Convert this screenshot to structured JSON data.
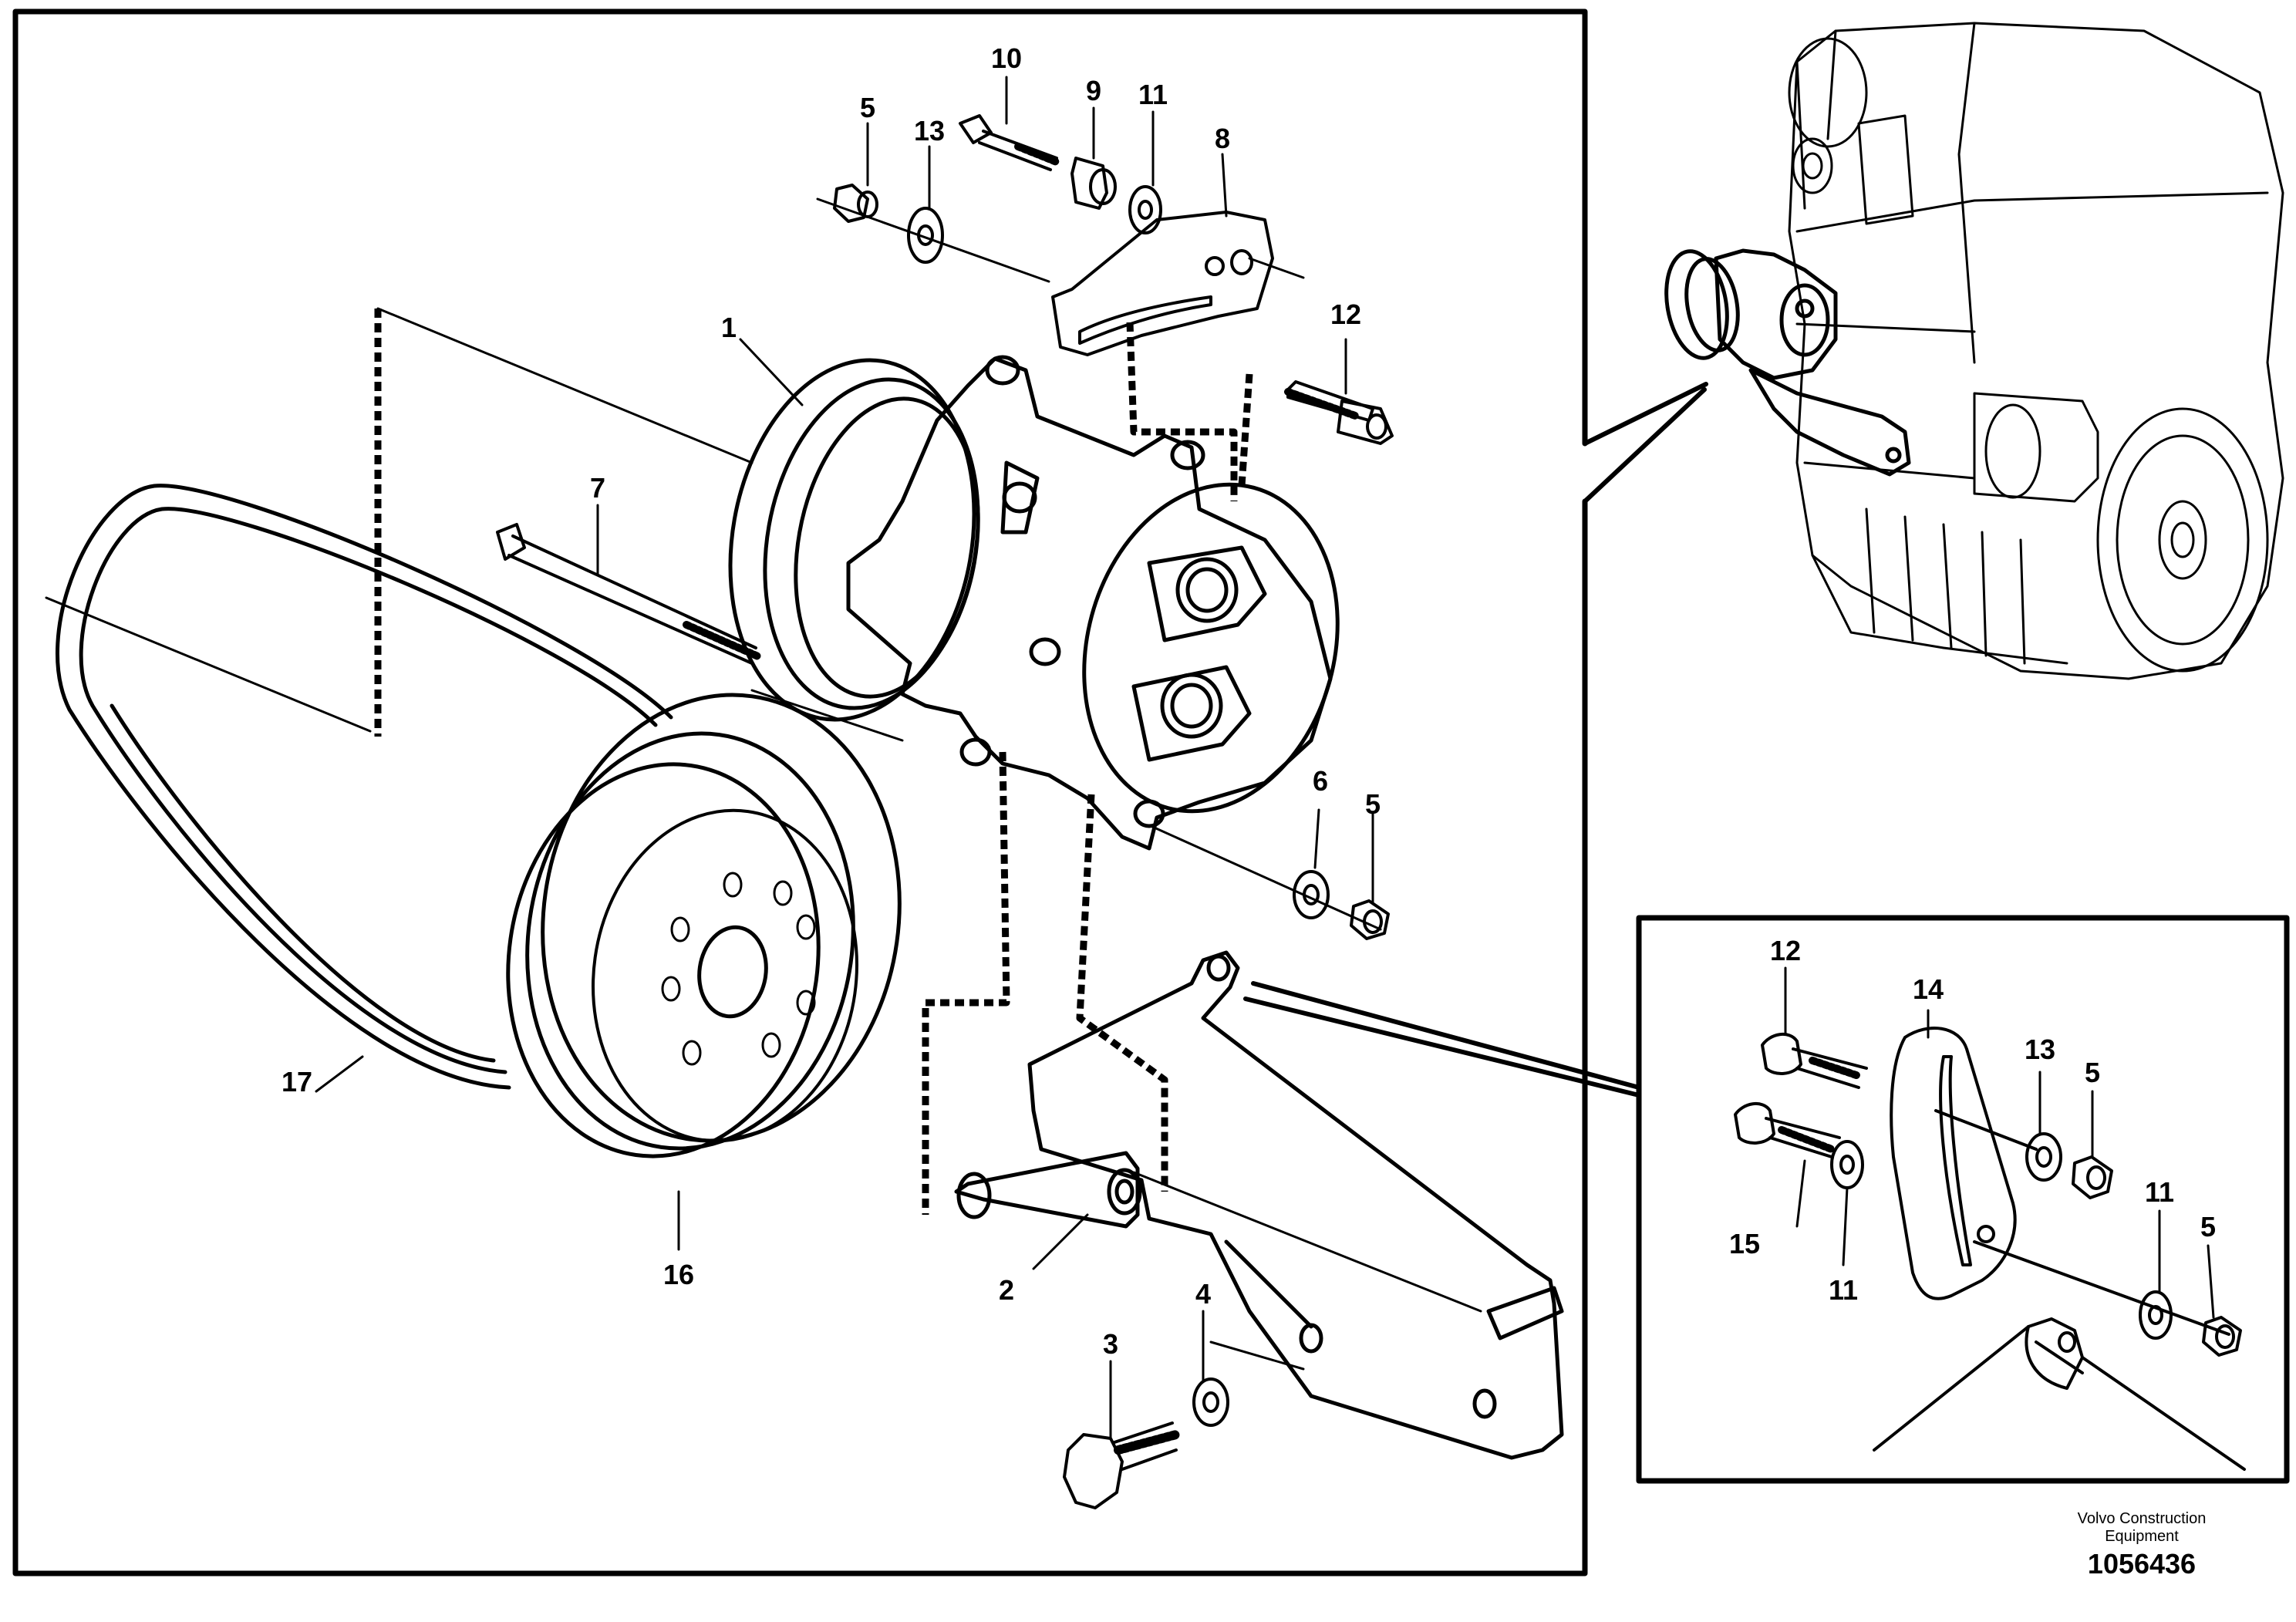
{
  "diagram": {
    "main_callouts": [
      "1",
      "2",
      "3",
      "4",
      "5",
      "5",
      "6",
      "7",
      "8",
      "9",
      "10",
      "11",
      "12",
      "13",
      "16",
      "17"
    ],
    "detail_callouts": [
      "12",
      "14",
      "13",
      "5",
      "15",
      "11",
      "11",
      "5"
    ]
  },
  "labels": {
    "p1": "1",
    "p2": "2",
    "p3": "3",
    "p4": "4",
    "p5a": "5",
    "p5b": "5",
    "p6": "6",
    "p7": "7",
    "p8": "8",
    "p9": "9",
    "p10": "10",
    "p11": "11",
    "p12": "12",
    "p13": "13",
    "p16": "16",
    "p17": "17",
    "d12": "12",
    "d14": "14",
    "d13": "13",
    "d5a": "5",
    "d15": "15",
    "d11a": "11",
    "d11b": "11",
    "d5b": "5"
  },
  "credit": {
    "line1": "Volvo Construction",
    "line2": "Equipment",
    "doc_number": "1056436"
  }
}
